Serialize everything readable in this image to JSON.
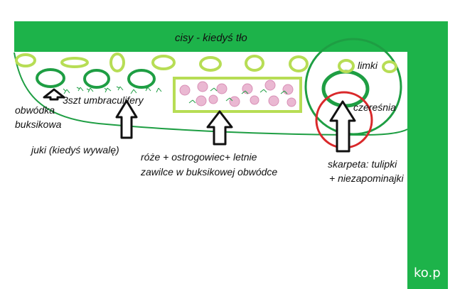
{
  "colors": {
    "hedge": "#1db34a",
    "light_green": "#b7dd55",
    "dark_green": "#1e9e43",
    "rose": "#eab8d2",
    "cherry_circle": "#d9282a",
    "ink": "#111111"
  },
  "labels": {
    "hedge_top": "cisy - kiedyś tło",
    "limki": "limki",
    "czeresnia": "czereśnia",
    "obwodka_line1": "obwódka",
    "obwodka_line2": "buksikowa",
    "umbraculifery": "3szt umbraculifery",
    "juki": "juki (kiedyś wywalę)",
    "roze_line1": "róże + ostrogowiec+ letnie",
    "roze_line2": "zawilce w buksikowej obwódce",
    "skarpeta_line1": "skarpeta: tulipki",
    "skarpeta_line2": "+ niezapominajki"
  },
  "watermark": "ko.p",
  "icons": [
    "arrow-up-icon"
  ]
}
